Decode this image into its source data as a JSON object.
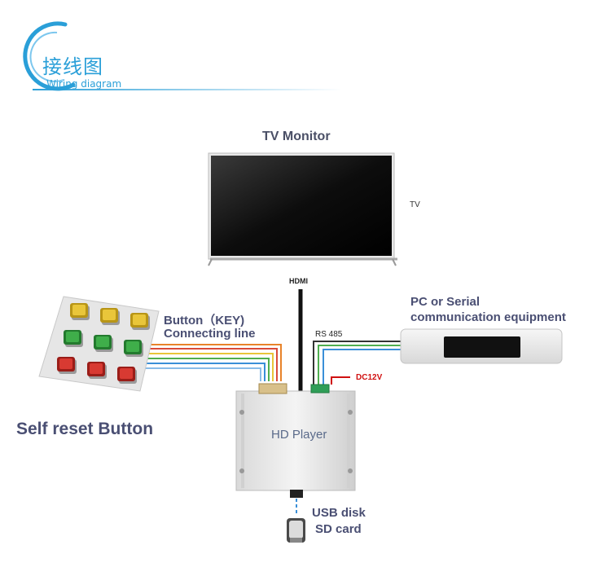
{
  "header": {
    "title_cn": "接线图",
    "title_en": "Wiring diagram",
    "accent_color": "#2a9fd8"
  },
  "devices": {
    "tv": {
      "title": "TV  Monitor",
      "side_label": "TV"
    },
    "hdmi_label": "HDMI",
    "buttons": {
      "label_line1": "Button（KEY)",
      "label_line2": "Connecting line",
      "caption": "Self reset Button",
      "key_colors": [
        "yellow",
        "yellow",
        "yellow",
        "green",
        "green",
        "green",
        "red",
        "red",
        "red"
      ]
    },
    "pc": {
      "label_line1": "PC or Serial",
      "label_line2": "communication equipment",
      "link_label": "RS 485"
    },
    "power_label": "DC12V",
    "player_label": "HD Player",
    "storage": {
      "label_line1": "USB disk",
      "label_line2": "SD card"
    }
  },
  "colors": {
    "wire_orange": "#e8832a",
    "wire_red": "#d94a3a",
    "wire_yellow": "#e8c53a",
    "wire_green": "#4fae4f",
    "wire_blue": "#3a8fd8",
    "power_red": "#d01010",
    "label_text": "#4a4f73"
  }
}
